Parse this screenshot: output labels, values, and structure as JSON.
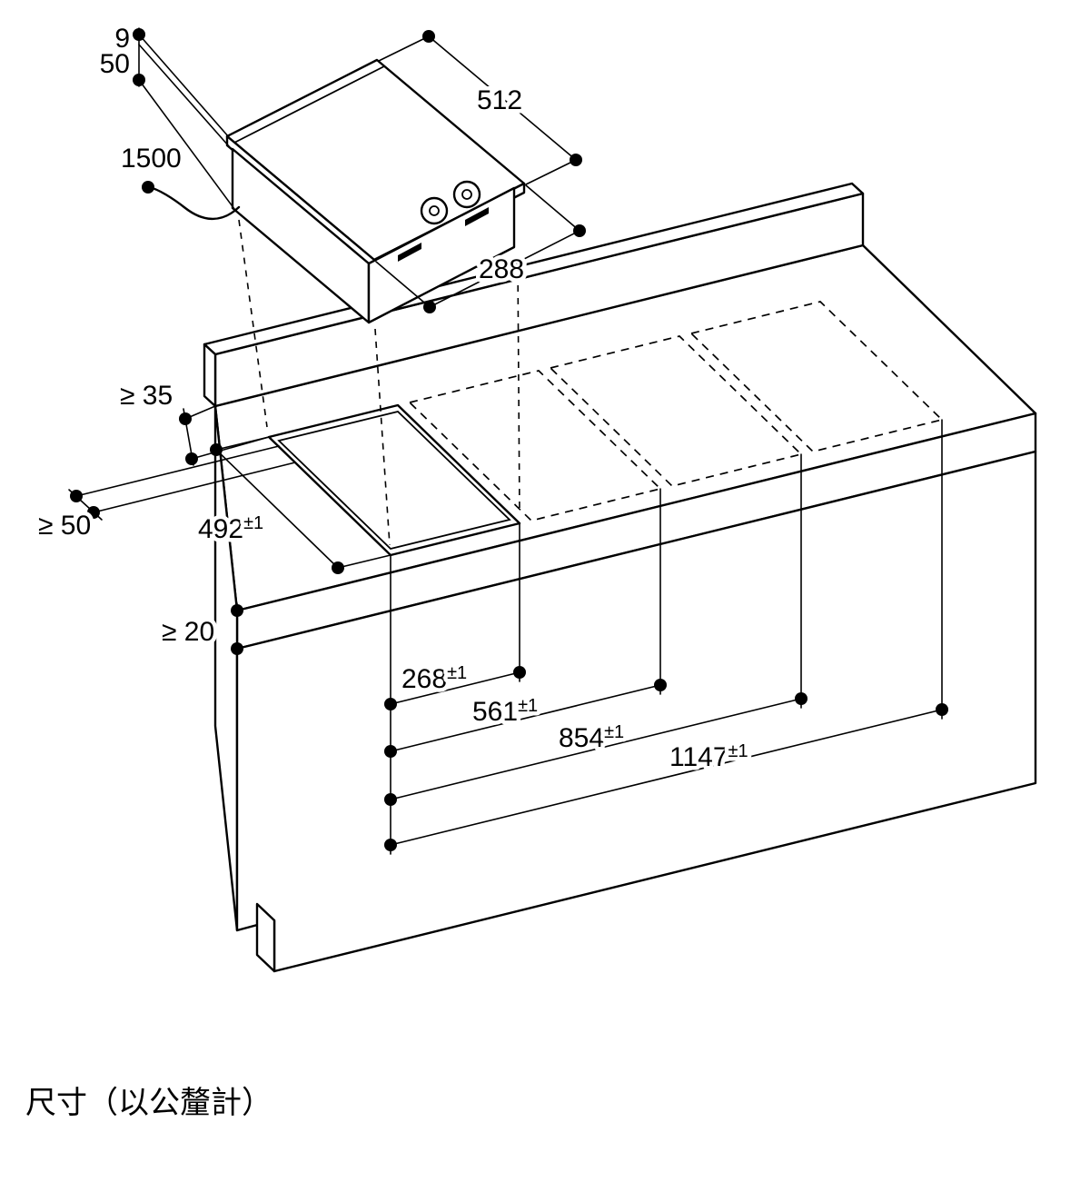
{
  "caption": "尺寸（以公釐計）",
  "colors": {
    "line": "#000000",
    "background": "#ffffff"
  },
  "appliance": {
    "glass_height_mm": "9",
    "built_in_depth_mm": "50",
    "cable_length_mm": "1500",
    "depth_mm": "512",
    "width_mm": "288"
  },
  "worktop": {
    "rear_clearance": "≥ 35",
    "side_clearance": "≥ 50",
    "min_thickness": "≥ 20",
    "cutout_depth": {
      "value": "492",
      "tol": "±1"
    },
    "cutout_width_1": {
      "value": "268",
      "tol": "±1"
    },
    "cutout_width_2": {
      "value": "561",
      "tol": "±1"
    },
    "cutout_width_3": {
      "value": "854",
      "tol": "±1"
    },
    "cutout_width_4": {
      "value": "1147",
      "tol": "±1"
    }
  }
}
